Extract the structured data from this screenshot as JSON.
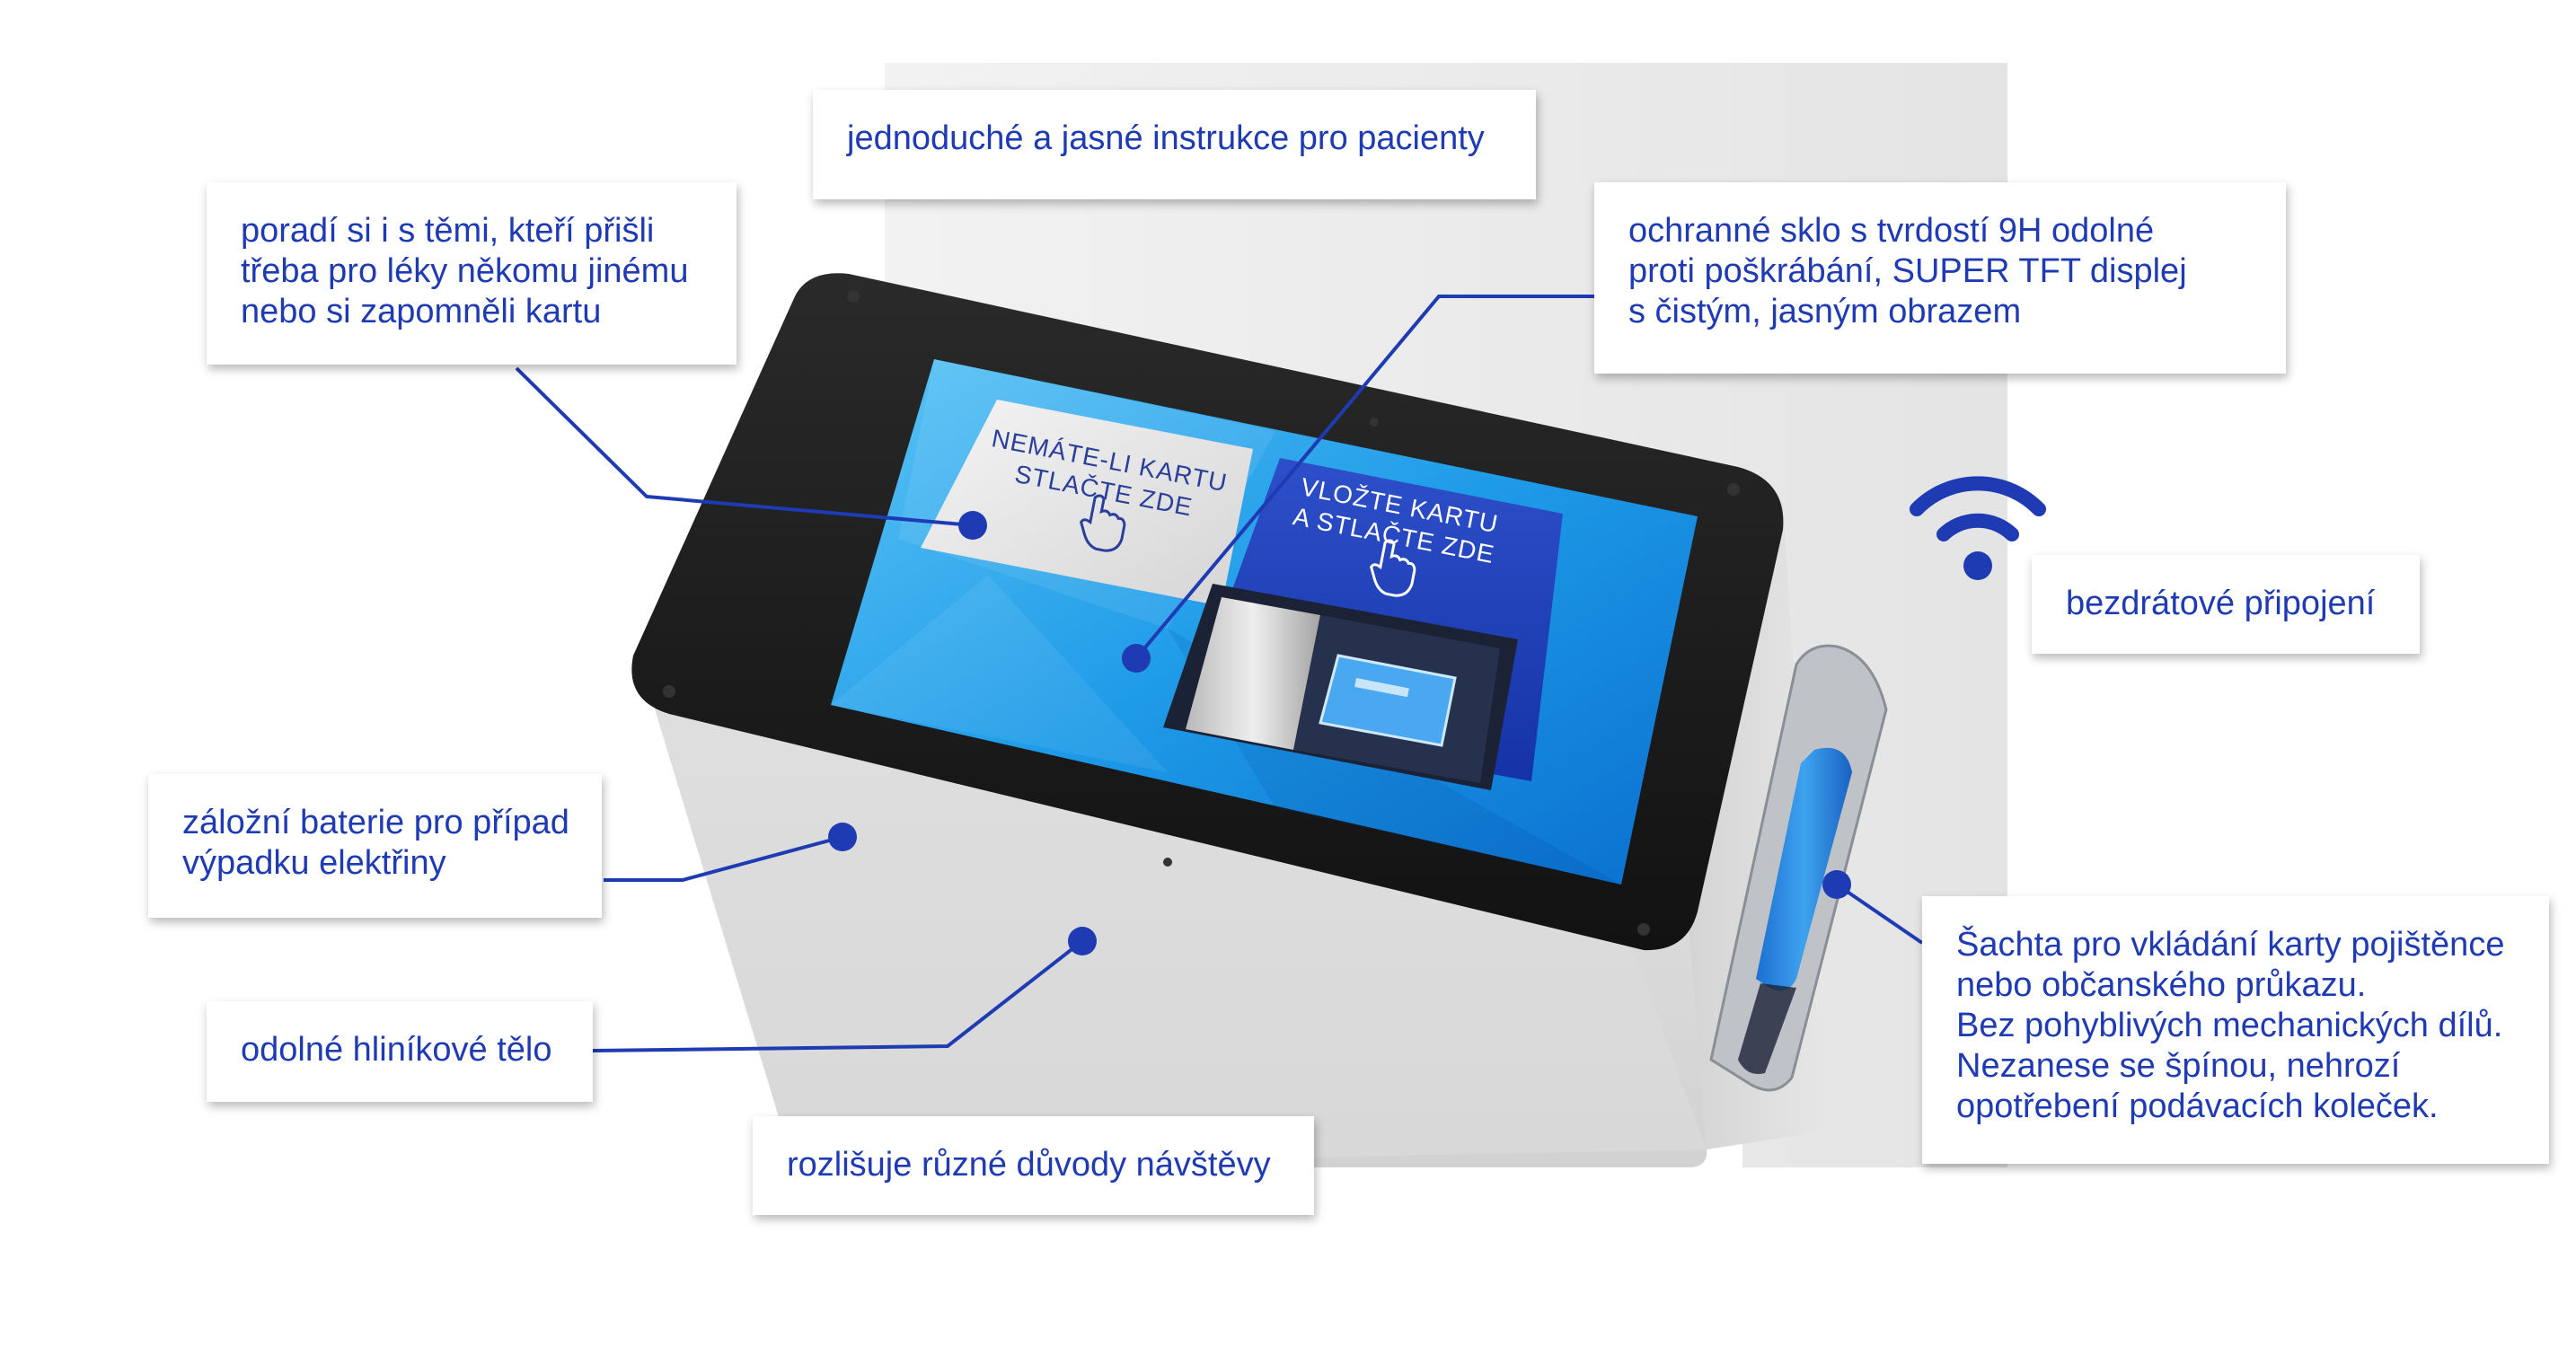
{
  "colors": {
    "accent": "#1f3bb3",
    "leader_line": "#1f3bb3",
    "callout_text": "#1f3bb3",
    "callout_bg": "#ffffff",
    "device_body": "#d8d8d8",
    "device_bezel": "#1d1d1d",
    "screen_blue": "#2aa3ec",
    "slot_blue": "#2b8fe0"
  },
  "screen_ui": {
    "left_button": {
      "line1": "NEMÁTE-LI KARTU",
      "line2": "STLAČTE ZDE",
      "icon": "hand-pointer-icon"
    },
    "right_button": {
      "line1": "VLOŽTE KARTU",
      "line2": "A STLAČTE ZDE",
      "icon": "hand-pointer-icon"
    }
  },
  "wireless_icon": "wifi-icon",
  "callouts": {
    "instructions": {
      "lines": [
        "jednoduché a jasné instrukce pro pacienty"
      ]
    },
    "forgot_card": {
      "lines": [
        "poradí si i s těmi, kteří přišli",
        "třeba pro léky někomu jinému",
        "nebo si zapomněli kartu"
      ]
    },
    "glass": {
      "lines": [
        "ochranné sklo s tvrdostí 9H odolné",
        "proti poškrábání, SUPER TFT displej",
        "s čistým, jasným obrazem"
      ]
    },
    "wireless": {
      "lines": [
        "bezdrátové připojení"
      ]
    },
    "battery": {
      "lines": [
        "záložní baterie pro případ",
        "výpadku elektřiny"
      ]
    },
    "body": {
      "lines": [
        "odolné hliníkové tělo"
      ]
    },
    "reasons": {
      "lines": [
        "rozlišuje různé důvody návštěvy"
      ]
    },
    "slot": {
      "lines": [
        "Šachta pro vkládání karty pojištěnce",
        "nebo občanského průkazu.",
        "Bez pohyblivých mechanických dílů.",
        "Nezanese se špínou, nehrozí",
        "opotřebení podávacích koleček."
      ]
    }
  }
}
